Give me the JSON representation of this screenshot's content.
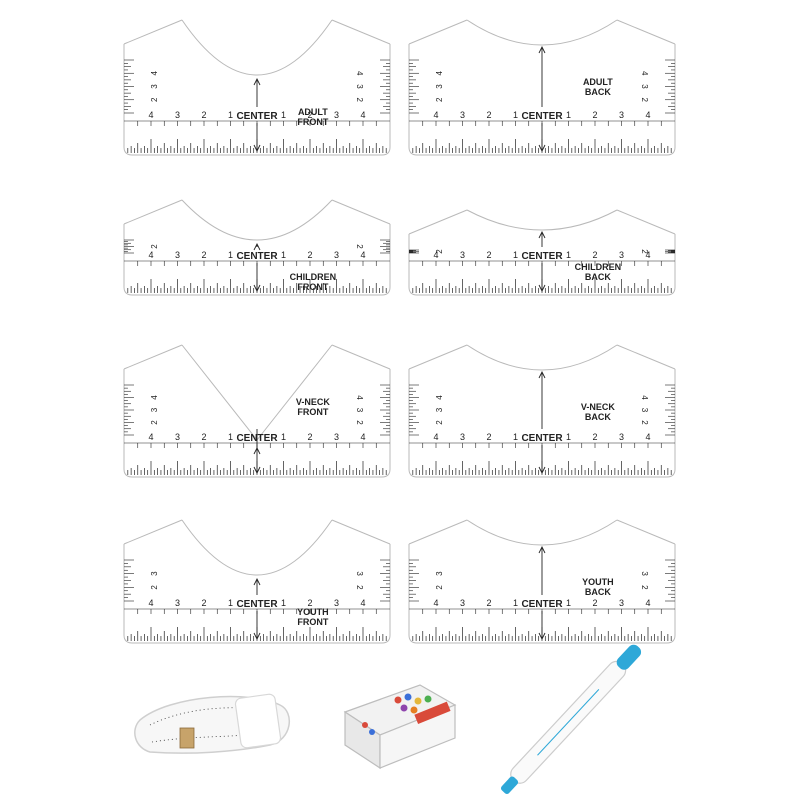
{
  "center_label": "CENTER",
  "rulers": [
    {
      "id": "adult-front",
      "line1": "ADULT",
      "line2": "FRONT",
      "neck": "round-deep"
    },
    {
      "id": "adult-back",
      "line1": "ADULT",
      "line2": "BACK",
      "neck": "round-shallow"
    },
    {
      "id": "children-front",
      "line1": "CHILDREN",
      "line2": "FRONT",
      "neck": "round-deep"
    },
    {
      "id": "children-back",
      "line1": "CHILDREN",
      "line2": "BACK",
      "neck": "round-shallow"
    },
    {
      "id": "v-neck-front",
      "line1": "V-NECK",
      "line2": "FRONT",
      "neck": "v"
    },
    {
      "id": "v-neck-back",
      "line1": "V-NECK",
      "line2": "BACK",
      "neck": "round-shallow"
    },
    {
      "id": "youth-front",
      "line1": "YOUTH",
      "line2": "FRONT",
      "neck": "round-deep"
    },
    {
      "id": "youth-back",
      "line1": "YOUTH",
      "line2": "BACK",
      "neck": "round-shallow"
    }
  ],
  "scale_numbers": [
    "4",
    "3",
    "2",
    "1",
    "1",
    "2",
    "3",
    "4"
  ],
  "accessories": [
    {
      "id": "tape-measure",
      "name": "tape-measure-icon"
    },
    {
      "id": "pin-box",
      "name": "sewing-pins-box-icon"
    },
    {
      "id": "marker-pen",
      "name": "fabric-marker-pen-icon"
    }
  ],
  "colors": {
    "ruler_outline": "#b9b9b9",
    "ink": "#222222",
    "pen_tip": "#2ea8d8"
  }
}
